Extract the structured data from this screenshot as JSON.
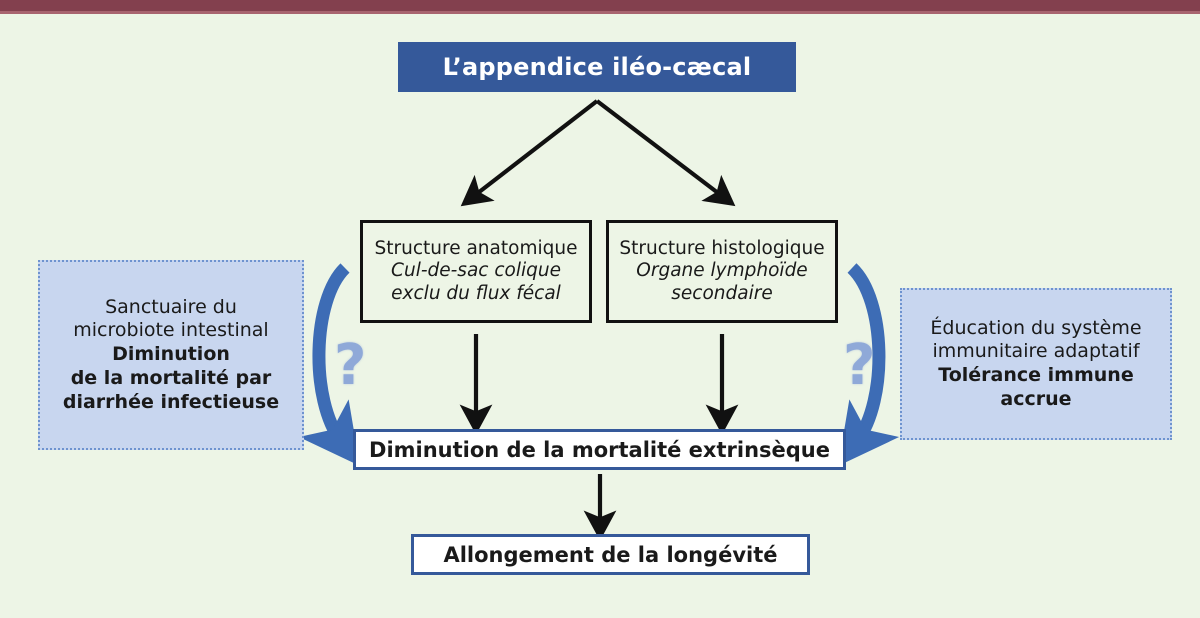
{
  "figure": {
    "background_color": "#edf5e6",
    "accent_blue": "#35599a",
    "panel_blue": "#c8d6ef",
    "top_bar_color": "#83404e"
  },
  "title": {
    "label": "L’appendice iléo-cæcal"
  },
  "structures": [
    {
      "id": "anatomique",
      "line1": "Structure anatomique",
      "line2": "Cul-de-sac colique",
      "line3": "exclu du flux fécal"
    },
    {
      "id": "histologique",
      "line1": "Structure histologique",
      "line2": "Organe lymphoïde",
      "line3": "secondaire"
    }
  ],
  "panels": {
    "left": {
      "line1": "Sanctuaire du",
      "line2": "microbiote intestinal",
      "bold1": "Diminution",
      "bold2": "de la mortalité par",
      "bold3": "diarrhée infectieuse"
    },
    "right": {
      "line1": "Éducation du système",
      "line2": "immunitaire adaptatif",
      "bold1": "Tolérance immune",
      "bold2": "accrue"
    }
  },
  "outcomes": {
    "mortality": "Diminution de la mortalité extrinsèque",
    "longevity": "Allongement de la longévité"
  },
  "markers": {
    "question_left": "?",
    "question_right": "?"
  }
}
